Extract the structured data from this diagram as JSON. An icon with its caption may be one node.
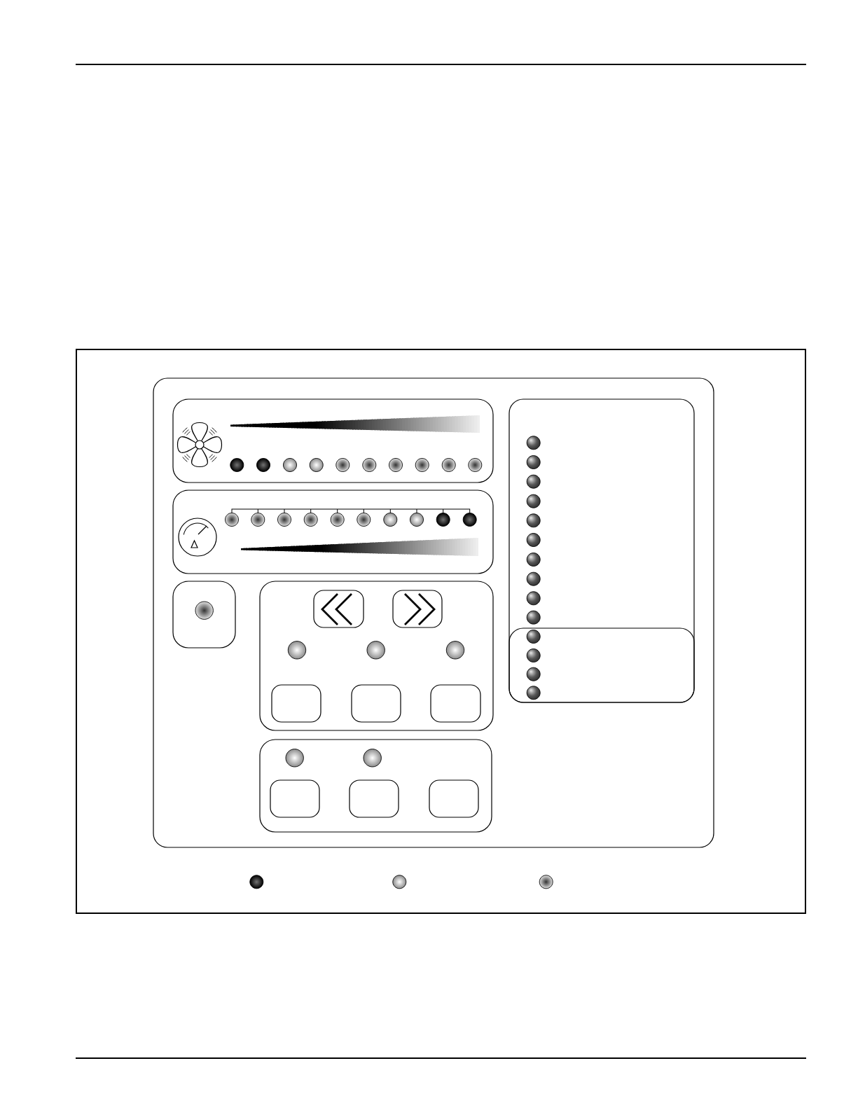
{
  "diagram": {
    "nodes": [
      {
        "text": [],
        "shape": "box"
      },
      {
        "text": [],
        "shape": "box",
        "in": 0
      },
      {
        "text": [],
        "shape": "box",
        "in": 1
      },
      {
        "text": [],
        "shape": "box",
        "in": 1
      },
      {
        "text": [],
        "shape": "box",
        "in": 1
      },
      {
        "text": [],
        "shape": "box",
        "in": 1
      },
      {
        "text": [],
        "shape": "box",
        "in": 5
      },
      {
        "text": [],
        "shape": "box",
        "in": 5
      },
      {
        "text": [],
        "shape": "box",
        "in": 5
      },
      {
        "text": [],
        "shape": "box",
        "in": 5
      },
      {
        "text": [],
        "shape": "box",
        "in": 5
      },
      {
        "text": [],
        "shape": "box",
        "in": 1
      },
      {
        "text": [],
        "shape": "box",
        "in": 11
      },
      {
        "text": [],
        "shape": "box",
        "in": 11
      },
      {
        "text": [],
        "shape": "box",
        "in": 11
      },
      {
        "text": [],
        "shape": "box",
        "in": 1
      },
      {
        "text": [],
        "shape": "box",
        "in": 15
      }
    ]
  }
}
